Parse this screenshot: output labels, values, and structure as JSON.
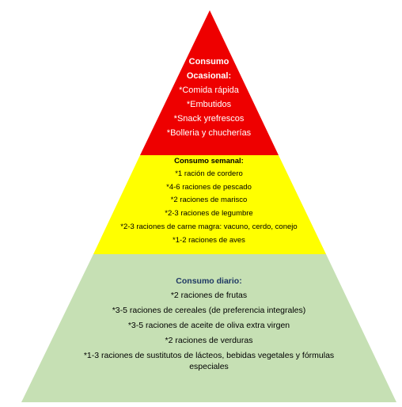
{
  "colors": {
    "top_tier": "#ee0000",
    "middle_tier": "#ffff00",
    "bottom_tier": "#c6e0b4",
    "bottom_title": "#1f3864"
  },
  "tiers": {
    "top": {
      "title_line1": "Consumo",
      "title_line2": "Ocasional:",
      "items": [
        "*Comida rápida",
        "*Embutidos",
        "*Snack yrefrescos",
        "*Bolleria y chucherías"
      ]
    },
    "middle": {
      "title": "Consumo semanal:",
      "items": [
        "*1 ración de cordero",
        "*4-6 raciones de pescado",
        "*2 raciones de marisco",
        "*2-3 raciones de legumbre",
        "*2-3 raciones de carne magra: vacuno, cerdo, conejo",
        "*1-2 raciones de aves"
      ]
    },
    "bottom": {
      "title": "Consumo diario:",
      "items": [
        "*2 raciones de frutas",
        "*3-5 raciones de cereales (de preferencia integrales)",
        "*3-5 raciones de aceite de oliva extra virgen",
        "*2 raciones de verduras",
        "*1-3 raciones de sustitutos de lácteos, bebidas vegetales y fórmulas especiales"
      ]
    }
  }
}
